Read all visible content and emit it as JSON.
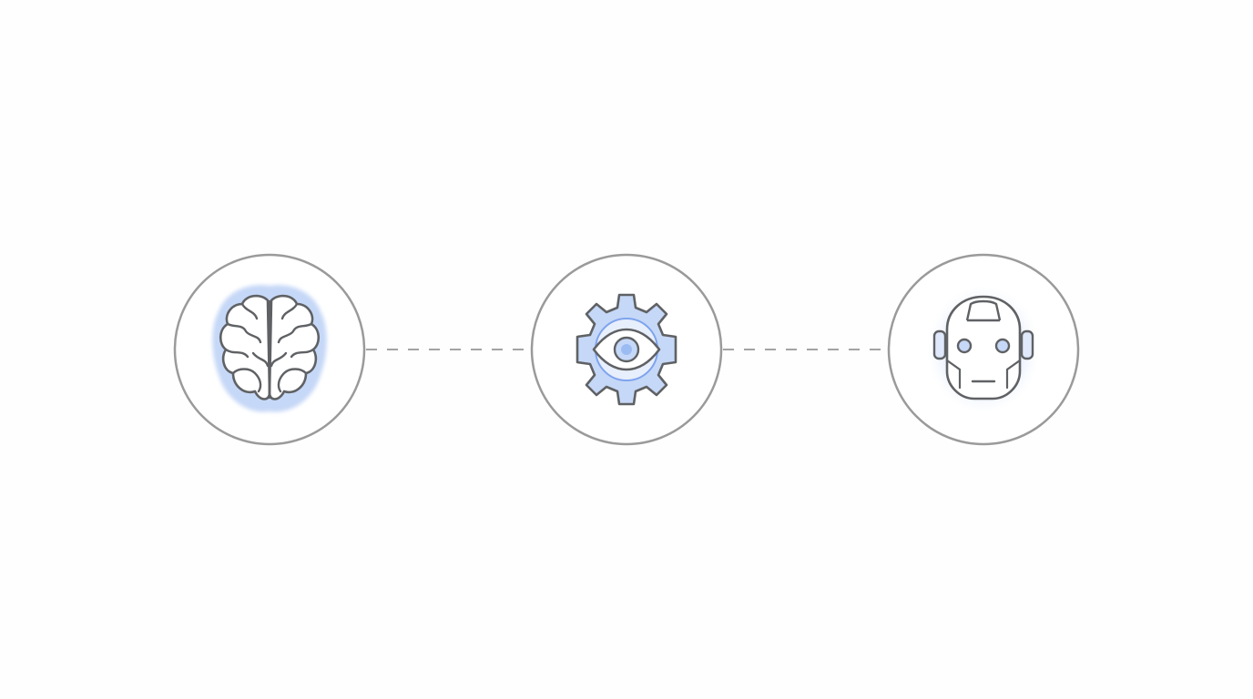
{
  "diagram": {
    "nodes": [
      {
        "id": "node-brain",
        "icon": "brain-icon"
      },
      {
        "id": "node-gear-eye",
        "icon": "gear-eye-icon"
      },
      {
        "id": "node-robot",
        "icon": "robot-head-icon"
      }
    ],
    "connectors": [
      {
        "from": "node-brain",
        "to": "node-gear-eye",
        "style": "dashed"
      },
      {
        "from": "node-gear-eye",
        "to": "node-robot",
        "style": "dashed"
      }
    ],
    "colors": {
      "background": "#fefefe",
      "circle_stroke": "#9a9a9a",
      "icon_stroke": "#5f6164",
      "accent_fill": "#c6d8f7",
      "accent_glow": "#8fb2f2",
      "connector": "#a3a3a3"
    }
  }
}
